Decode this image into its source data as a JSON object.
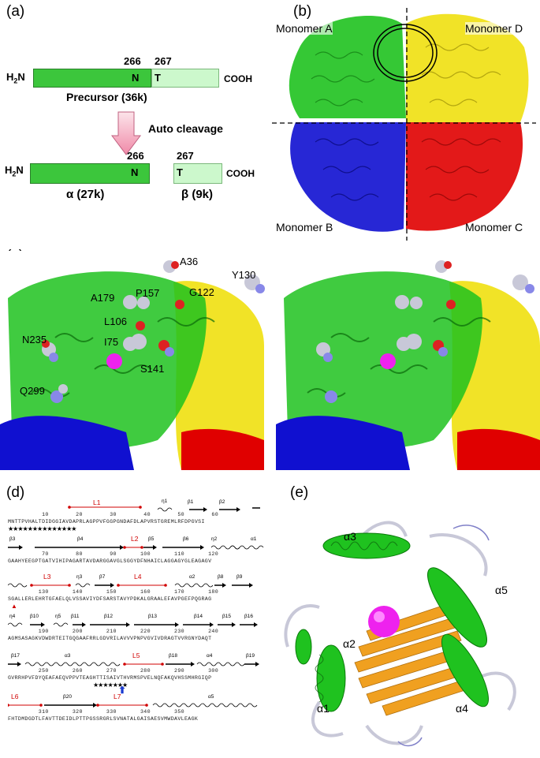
{
  "panel_a": {
    "label": "(a)",
    "precursor": {
      "nterm_prefix": "H",
      "nterm_sub": "2",
      "nterm_suffix": "N",
      "cterm": "COOH",
      "pos_n": "266",
      "pos_t": "267",
      "res_n": "N",
      "res_t": "T",
      "caption": "Precursor (36k)"
    },
    "arrow_label": "Auto cleavage",
    "alpha": {
      "nterm_prefix": "H",
      "nterm_sub": "2",
      "nterm_suffix": "N",
      "pos": "266",
      "res": "N",
      "caption_sym": "α",
      "caption_size": "(27k)"
    },
    "beta": {
      "pos": "267",
      "res": "T",
      "cterm": "COOH",
      "caption_sym": "β",
      "caption_size": "(9k)"
    }
  },
  "panel_b": {
    "label": "(b)",
    "monomers": [
      "Monomer A",
      "Monomer D",
      "Monomer B",
      "Monomer C"
    ],
    "colors": {
      "A": "#1fc21f",
      "B": "#1010d0",
      "C": "#e00000",
      "D": "#f0e010"
    }
  },
  "panel_c": {
    "label": "(c)",
    "residues": [
      "A36",
      "Y130",
      "A179",
      "P157",
      "G122",
      "L106",
      "N235",
      "I75",
      "S141",
      "Q299"
    ]
  },
  "panel_d": {
    "label": "(d)",
    "rows": [
      {
        "ss": [
          {
            "t": "L1",
            "red": true
          },
          {
            "t": "η1"
          },
          {
            "t": "β1"
          },
          {
            "t": "β2"
          }
        ],
        "nums": "          10        20        30        40        50        60",
        "seq": "MNTTPVHALTDIDGGIAVDAPRLAGPPVFGGPGNDAFDLAPVRSTGREMLRFDPGVSI",
        "stars": "★★★★★★★★★★★★★★"
      },
      {
        "ss": [
          {
            "t": "β3"
          },
          {
            "t": "β4"
          },
          {
            "t": "L2",
            "red": true
          },
          {
            "t": "β5"
          },
          {
            "t": "β6"
          },
          {
            "t": "η2"
          },
          {
            "t": "α1"
          }
        ],
        "nums": "          70        80        90       100       110       120",
        "seq": "GAAHYEEGPTGATVIHIPAGARTAVDARGGAVGLSGGYDFNHAICLAGGAGYGLEAGAGV"
      },
      {
        "ss": [
          {
            "t": "L3",
            "red": true
          },
          {
            "t": "η3"
          },
          {
            "t": "β7"
          },
          {
            "t": "L4",
            "red": true
          },
          {
            "t": "α2"
          },
          {
            "t": "β8"
          },
          {
            "t": "β9"
          }
        ],
        "nums": "         130       140       150       160       170       180",
        "seq": "SGALLERLEHRTGFAELQLVSSAVIYDFSARSTAVYPDKALGRAALEFAVPGEFPQGRAG",
        "marker": "▲"
      },
      {
        "ss": [
          {
            "t": "η4"
          },
          {
            "t": "β10"
          },
          {
            "t": "η5"
          },
          {
            "t": "β11"
          },
          {
            "t": "β12"
          },
          {
            "t": "β13"
          },
          {
            "t": "β14"
          },
          {
            "t": "β15"
          },
          {
            "t": "β16"
          }
        ],
        "nums": "         190       200       210       220       230       240",
        "seq": "AGMSASAGKVDWDRTEITGQGAAFRRLGDVRILAVVVPNPVGVIVDRAGTVVRGNYDAQT"
      },
      {
        "ss": [
          {
            "t": "β17"
          },
          {
            "t": "α3"
          },
          {
            "t": "L5",
            "red": true
          },
          {
            "t": "β18"
          },
          {
            "t": "α4"
          },
          {
            "t": "β19"
          }
        ],
        "nums": "         250       260       270       280       290       300",
        "seq": "GVRRHPVFDYQEAFAEQVPPVTEAGHTTISAIVTHVRMSPVELNQFAKQVHSSMHRGIQP",
        "stars": "★★★★★★★"
      },
      {
        "ss": [
          {
            "t": "L6",
            "red": true
          },
          {
            "t": "β20"
          },
          {
            "t": "L7",
            "red": true
          },
          {
            "t": "α5"
          }
        ],
        "nums": "         310       320       330       340       350",
        "seq": "FHTDMDGDTLFAVTTDEIDLPTTPGSSRGRLSVNATALGAISAESVMWDAVLEAGK"
      }
    ]
  },
  "panel_e": {
    "label": "(e)",
    "helices": [
      "α3",
      "α5",
      "α2",
      "α1",
      "α4"
    ]
  }
}
